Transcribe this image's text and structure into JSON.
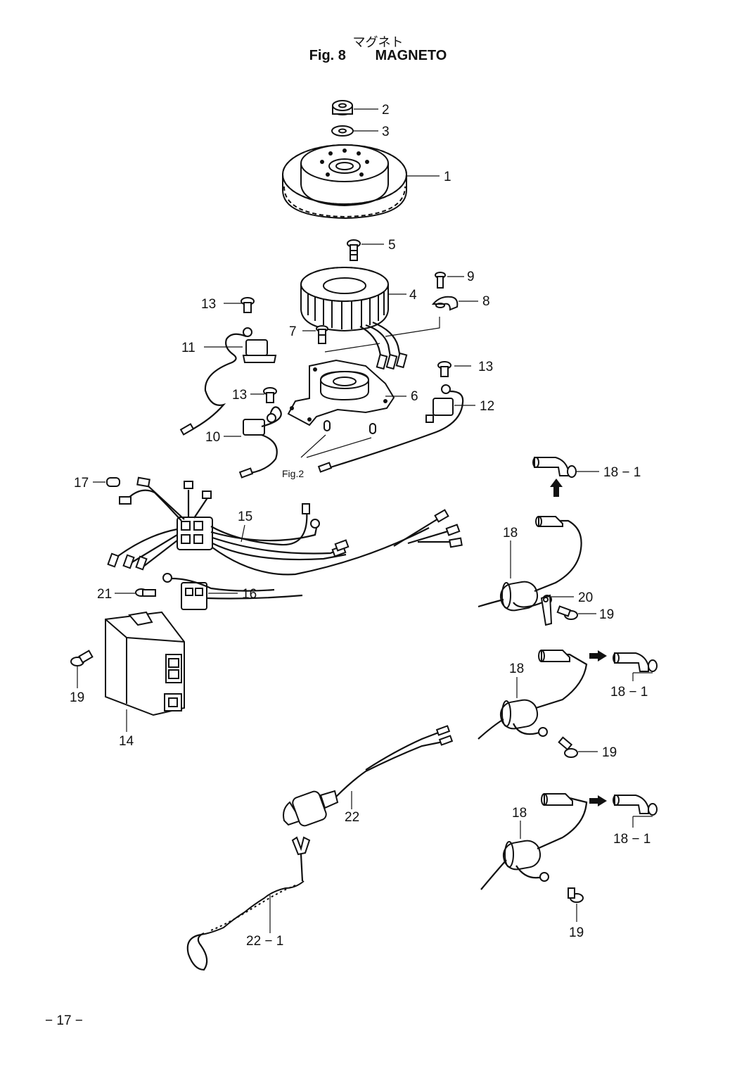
{
  "header": {
    "title_jp": "マグネト",
    "fig_label": "Fig. 8",
    "title_en": "MAGNETO"
  },
  "callouts": {
    "c1": "1",
    "c2": "2",
    "c3": "3",
    "c4": "4",
    "c5": "5",
    "c6": "6",
    "c7": "7",
    "c8": "8",
    "c9": "9",
    "c10": "10",
    "c11": "11",
    "c12": "12",
    "c13a": "13",
    "c13b": "13",
    "c13c": "13",
    "c14": "14",
    "c15": "15",
    "c16": "16",
    "c17": "17",
    "c18a": "18",
    "c18b": "18",
    "c18c": "18",
    "c18_1a": "18 − 1",
    "c18_1b": "18 − 1",
    "c18_1c": "18 − 1",
    "c19a": "19",
    "c19b": "19",
    "c19c": "19",
    "c19d": "19",
    "c20": "20",
    "c21": "21",
    "c22": "22",
    "c22_1": "22 − 1",
    "fig_ref": "Fig.2"
  },
  "footer": {
    "page_number": "− 17 −"
  }
}
